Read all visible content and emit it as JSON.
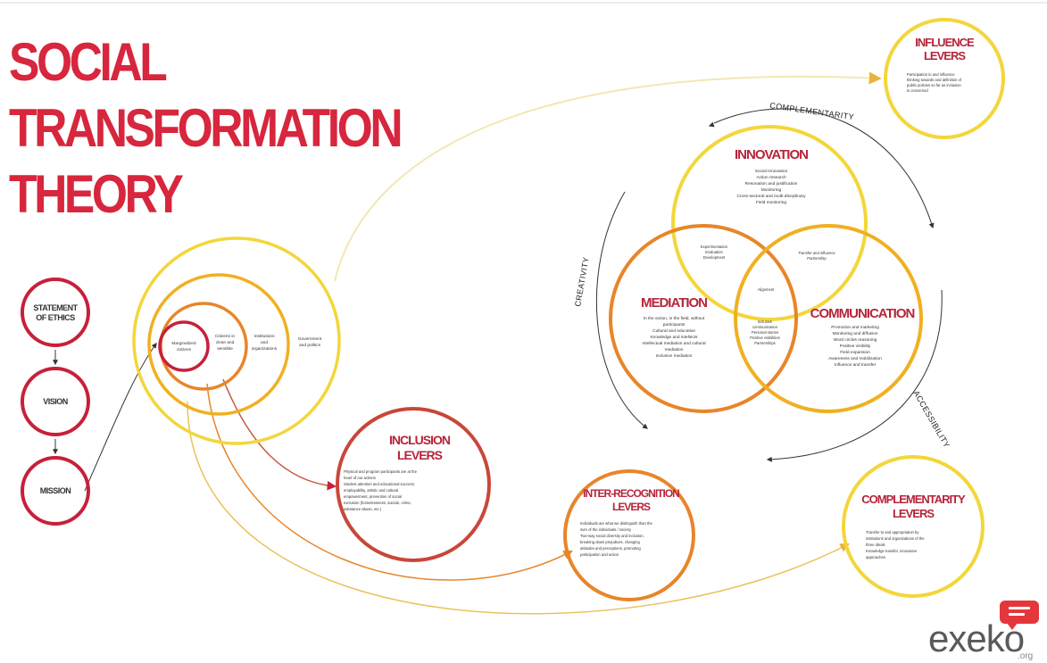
{
  "title": {
    "line1": "SOCIAL",
    "line2": "TRANSFORMATION",
    "line3": "THEORY"
  },
  "foundations": {
    "statement_line1": "STATEMENT",
    "statement_line2": "OF ETHICS",
    "vision": "VISION",
    "mission": "MISSION"
  },
  "scope_circles": {
    "marginalized": [
      "Marginalized",
      "citizens"
    ],
    "citizens_close": [
      "Citizens in",
      "close and",
      "sensible"
    ],
    "institutions": [
      "Institutions",
      "and",
      "organizations"
    ],
    "government": [
      "Government",
      "and politics"
    ]
  },
  "innovation": {
    "title": "INNOVATION",
    "items": [
      "Social Innovation",
      "Action research",
      "Resonation and justification",
      "Monitoring",
      "Cross-sectoral and multi-disciplinary",
      "Field monitoring"
    ]
  },
  "mediation": {
    "title": "MEDIATION",
    "items": [
      "In the action, in the field, without",
      "participants",
      "Cultural and educative",
      "Knowledge and intellects",
      "Intellectual mediation and cultural",
      "mediation",
      "Inclusive mediation"
    ]
  },
  "communication": {
    "title": "COMMUNICATION",
    "items": [
      "Promotion and marketing",
      "Monitoring and diffusion",
      "Word circles reasoning",
      "Positive visibility",
      "Field expansion",
      "Awareness and mobilization",
      "Influence and transfer"
    ]
  },
  "overlaps": {
    "innov_med": [
      "Experimentation",
      "Evaluation",
      "Development"
    ],
    "innov_comm": [
      "Transfer and influence",
      "Partnership"
    ],
    "center": "Alignment",
    "med_comm": [
      "Inclusive",
      "communication",
      "Personal stories",
      "Positive visibilities",
      "Partnerships"
    ]
  },
  "arc_labels": {
    "top": "COMPLEMENTARITY",
    "left": "CREATIVITY",
    "right": "ACCESSIBILITY"
  },
  "levers": {
    "influence": {
      "title_line1": "INFLUENCE",
      "title_line2": "LEVERS",
      "text": [
        "Participation in and influence",
        "thinking towards and definition of",
        "public policies so far as inclusion",
        "is concerned"
      ]
    },
    "inclusion": {
      "title_line1": "INCLUSION",
      "title_line2": "LEVERS",
      "text": [
        "Physical and program participants are at the",
        "heart of our actions",
        "Student attention and educational success;",
        "employability, artistic and cultural",
        "empowerment, prevention of social",
        "exclusion (homelessness, suicide, crime,",
        "substance abuse, etc.)"
      ]
    },
    "interrecognition": {
      "title_line1": "INTER-RECOGNITION",
      "title_line2": "LEVERS",
      "text": [
        "Individuals are what we distinguish than the",
        "sum of the individuals / society",
        "Two-way social diversity and inclusion,",
        "breaking down prejudices, changing",
        "attitudes and perceptions, promoting",
        "participation and action"
      ]
    },
    "complementarity": {
      "title_line1": "COMPLEMENTARITY",
      "title_line2": "LEVERS",
      "text": [
        "Transfer to and appropriation by",
        "institutions and organizations of the",
        "three ideals",
        "Knowledge transfer, innovative",
        "approaches"
      ]
    }
  },
  "logo": {
    "word": "exeko",
    "domain": ".org"
  },
  "colors": {
    "title_red": "#d7263d",
    "magenta_red": "#c7203a",
    "orange": "#e8852a",
    "amber": "#f0b021",
    "yellow": "#f3d63a"
  }
}
